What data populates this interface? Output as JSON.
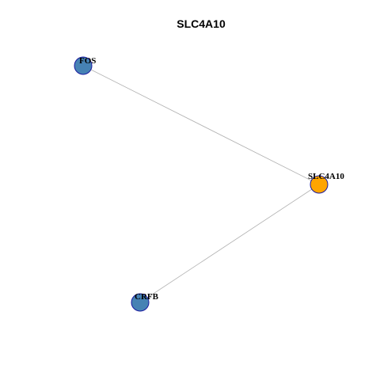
{
  "title": "SLC4A10",
  "colors": {
    "hub": "#ffa500",
    "neighbor": "#4682b4",
    "node_border": "#1a1aa0",
    "edge": "#b0b0b0"
  },
  "graph": {
    "nodes": [
      {
        "id": "FOS",
        "label": "FOS",
        "role": "neighbor"
      },
      {
        "id": "SLC4A10",
        "label": "SLC4A10",
        "role": "hub"
      },
      {
        "id": "CRFB",
        "label": "CRFB",
        "role": "neighbor"
      }
    ],
    "edges": [
      {
        "source": "FOS",
        "target": "SLC4A10"
      },
      {
        "source": "CRFB",
        "target": "SLC4A10"
      }
    ]
  }
}
